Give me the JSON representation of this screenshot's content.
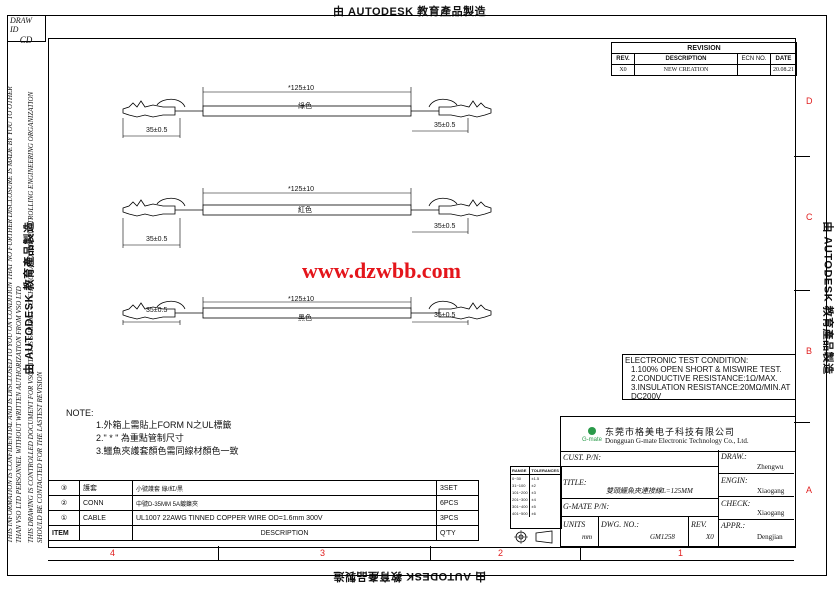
{
  "stamp": {
    "text": "由 AUTODESK 教育產品製造"
  },
  "draw_id": {
    "label": "DRAW ID",
    "value": "CD"
  },
  "side_notice": {
    "lines": [
      "THIS INFORMATION IS CONFIDENTIAL AND IS DISCLOSED TO YOU ON CONDITION THAT NO FURTHER DISCLOSURE IS MADE BY YOU TO OTHER THAN VSO LTD PERSONNEL WITHOUT WRITTEN AUTHORIZATION FROM VSO LTD",
      "THIS DRAWING IS CONTROLLED DOCUMENT FOR VSO LTD IT IS SUBJECT TO CHANGE AND THE CONTROLLING ENGINEERING ORGANIZATION SHOULD BE CONTACTED FOR THE LASTEST REVISION"
    ]
  },
  "revision": {
    "title": "REVISION",
    "headers": [
      "REV.",
      "DESCRIPTION",
      "ECN NO.",
      "DATE"
    ],
    "rows": [
      [
        "X0",
        "NEW CREATION",
        "",
        "20.08.21"
      ]
    ]
  },
  "zones": {
    "rows": [
      "D",
      "C",
      "B",
      "A"
    ],
    "cols": [
      "4",
      "3",
      "2",
      "1"
    ]
  },
  "cables": [
    {
      "length": "*125±10",
      "color": "綠色",
      "clip_left": "35±0.5",
      "clip_right": "35±0.5"
    },
    {
      "length": "*125±10",
      "color": "紅色",
      "clip_left": "35±0.5",
      "clip_right": "35±0.5"
    },
    {
      "length": "*125±10",
      "color": "黑色",
      "clip_left": "35±0.5",
      "clip_right": "35±0.5"
    }
  ],
  "watermark": "www.dzwbb.com",
  "test_condition": {
    "title": "ELECTRONIC TEST CONDITION:",
    "lines": [
      "1.100% OPEN SHORT & MISWIRE TEST.",
      "2.CONDUCTIVE RESISTANCE:1Ω/MAX.",
      "3.INSULATION RESISTANCE:20MΩ/MIN.AT DC200V"
    ]
  },
  "notes": {
    "title": "NOTE:",
    "lines": [
      "1.外箱上需貼上FORM N之UL標籤",
      "2.\" * \" 為重點管制尺寸",
      "3.鱷魚夾護套顏色需同線材顏色一致"
    ]
  },
  "bom": {
    "headers": {
      "item": "ITEM",
      "part": "",
      "desc": "DESCRIPTION",
      "qty": "Q'TY"
    },
    "rows": [
      {
        "item": "3",
        "part": "護套",
        "desc": "小號護套 綠/紅/黑",
        "qty": "3SET"
      },
      {
        "item": "2",
        "part": "CONN",
        "desc": "中號D-35MM 5A鍍鎳夾",
        "qty": "6PCS"
      },
      {
        "item": "1",
        "part": "CABLE",
        "desc": "UL1007 22AWG TINNED COPPER WIRE OD=1.6mm 300V",
        "qty": "3PCS"
      }
    ]
  },
  "company": {
    "cn": "东莞市格美电子科技有限公司",
    "en": "Dongguan G-mate Electronic Technology Co., Ltd.",
    "logo_text": "G-mate"
  },
  "tolerance": {
    "headers": [
      "RANGE",
      "TOLERANCES"
    ],
    "rows": [
      [
        "0~30",
        "±1.5"
      ],
      [
        "31~100",
        "±2"
      ],
      [
        "101~200",
        "±3"
      ],
      [
        "201~300",
        "±4"
      ],
      [
        "301~400",
        "±5"
      ],
      [
        "401~500",
        "±6"
      ]
    ]
  },
  "title_block": {
    "cust_pn_label": "CUST. P/N:",
    "title_label": "TITLE:",
    "title_value": "雙頭鱷魚夾連接線L=125MM",
    "gmate_pn_label": "G-MATE P/N:",
    "units_label": "UNITS",
    "units_value": "mm",
    "dwg_label": "DWG. NO.:",
    "dwg_value": "GM1258",
    "rev_label": "REV.",
    "rev_value": "X0",
    "draw_label": "DRAW.:",
    "draw_value": "Zhengwu",
    "engin_label": "ENGIN:",
    "engin_value": "Xiaogang",
    "check_label": "CHECK:",
    "check_value": "Xiaogang",
    "appr_label": "APPR.:",
    "appr_value": "Dengjian"
  },
  "colors": {
    "accent_red": "#e02020",
    "watermark_red": "#e4151b",
    "line": "#000000"
  }
}
